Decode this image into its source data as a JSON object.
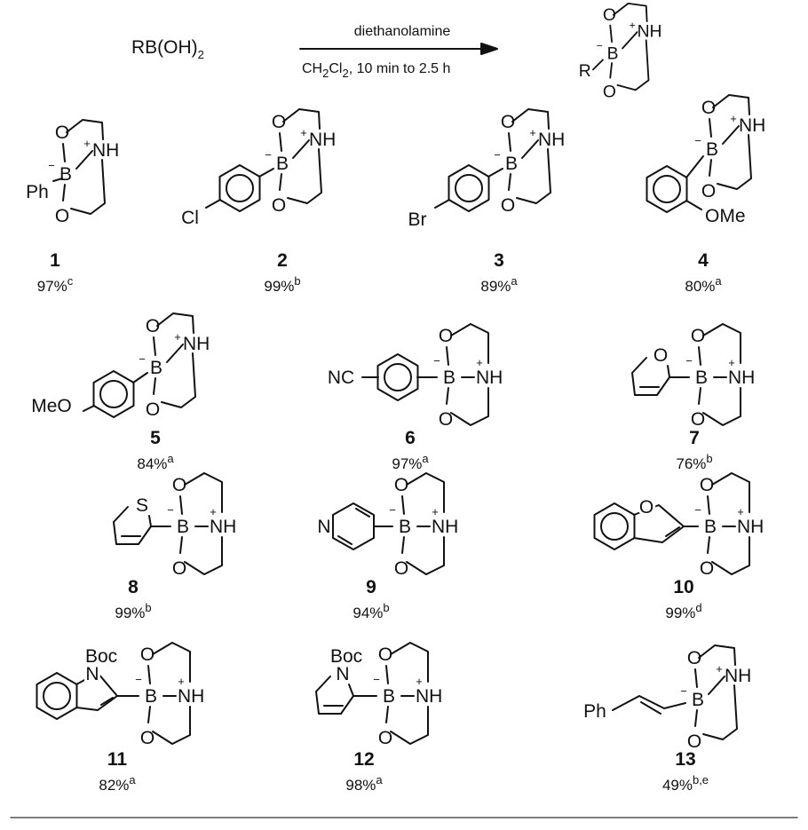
{
  "scheme": {
    "reactant": "RB(OH)",
    "reactant_sub": "2",
    "reagent": "diethanolamine",
    "conditions_pre": "CH",
    "conditions_sub1": "2",
    "conditions_mid": "Cl",
    "conditions_sub2": "2",
    "conditions_post": ", 10 min to 2.5 h",
    "product_r": "R"
  },
  "atoms": {
    "O": "O",
    "B": "B",
    "NH": "NH",
    "N": "N",
    "S": "S",
    "Ph": "Ph",
    "Cl": "Cl",
    "Br": "Br",
    "OMe": "OMe",
    "MeO": "MeO",
    "NC": "NC",
    "Boc": "Boc",
    "plus": "+",
    "minus": "−"
  },
  "compounds": [
    {
      "id": "1",
      "yield": "97%",
      "note": "c"
    },
    {
      "id": "2",
      "yield": "99%",
      "note": "b"
    },
    {
      "id": "3",
      "yield": "89%",
      "note": "a"
    },
    {
      "id": "4",
      "yield": "80%",
      "note": "a"
    },
    {
      "id": "5",
      "yield": "84%",
      "note": "a"
    },
    {
      "id": "6",
      "yield": "97%",
      "note": "a"
    },
    {
      "id": "7",
      "yield": "76%",
      "note": "b"
    },
    {
      "id": "8",
      "yield": "99%",
      "note": "b"
    },
    {
      "id": "9",
      "yield": "94%",
      "note": "b"
    },
    {
      "id": "10",
      "yield": "99%",
      "note": "d"
    },
    {
      "id": "11",
      "yield": "82%",
      "note": "a"
    },
    {
      "id": "12",
      "yield": "98%",
      "note": "a"
    },
    {
      "id": "13",
      "yield": "49%",
      "note": "b,e"
    }
  ]
}
